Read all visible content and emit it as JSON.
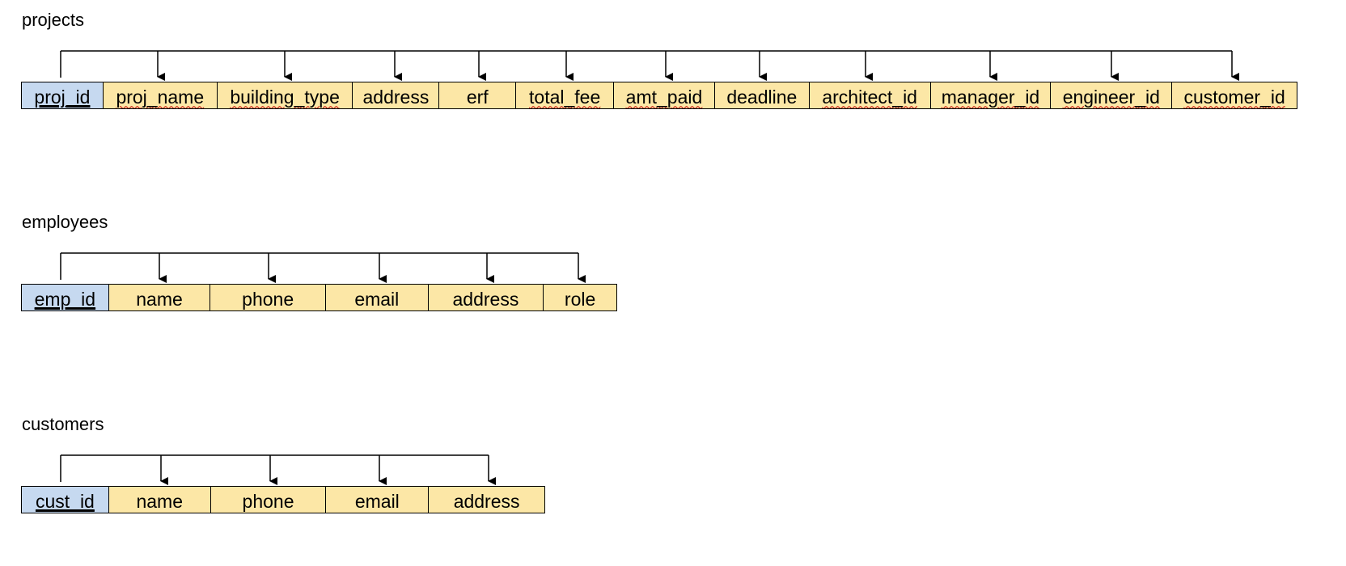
{
  "colors": {
    "primary_key_fill": "#c6d9f0",
    "attribute_fill": "#fce7a6",
    "border": "#000000",
    "spellcheck": "#c00000"
  },
  "tables": [
    {
      "name": "projects",
      "primary_key": "proj_id",
      "attributes": [
        "proj_name",
        "building_type",
        "address",
        "erf",
        "total_fee",
        "amt_paid",
        "deadline",
        "architect_id",
        "manager_id",
        "engineer_id",
        "customer_id"
      ]
    },
    {
      "name": "employees",
      "primary_key": "emp_id",
      "attributes": [
        "name",
        "phone",
        "email",
        "address",
        "role"
      ]
    },
    {
      "name": "customers",
      "primary_key": "cust_id",
      "attributes": [
        "name",
        "phone",
        "email",
        "address"
      ]
    }
  ]
}
